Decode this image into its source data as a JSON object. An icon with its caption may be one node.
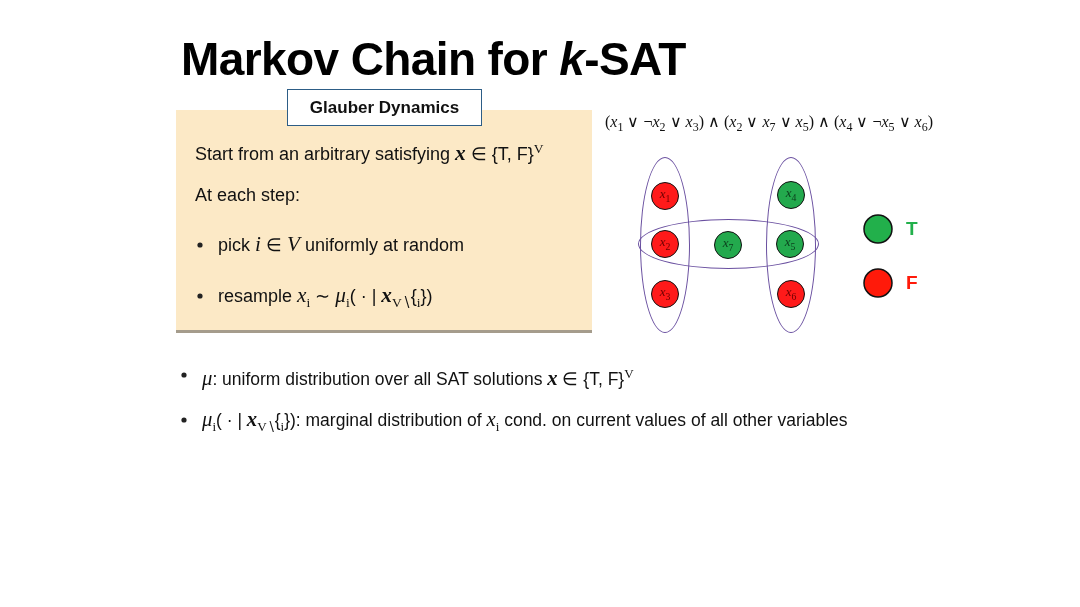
{
  "diagram": {
    "title": "Markov Chain for *k*-SAT",
    "nodes": [
      {
        "text": [
          "Glauber Dynamics",
          "Start from an arbitrary satisfying **x** ∈ {T, F}$^{V}$",
          "At each step:",
          "pick *i* ∈ *V* uniformly at random",
          "resample *x*$_{i}$ ∼ *μ*$_{i}$( · | **x**$_{V∖}${$_{i}$})"
        ]
      },
      {
        "text": [],
        "shape": "ellipse"
      },
      {
        "text": [
          "*x*$_{1}$"
        ],
        "in": 1
      },
      {
        "text": [
          "*x*$_{2}$"
        ]
      },
      {
        "text": [
          "*x*$_{3}$"
        ],
        "in": 1
      },
      {
        "text": [],
        "shape": "ellipse"
      },
      {
        "text": [
          "*x*$_{7}$"
        ],
        "in": 5
      },
      {
        "text": [],
        "shape": "ellipse"
      },
      {
        "text": [
          "*x*$_{4}$"
        ],
        "in": 7
      },
      {
        "text": [
          "*x*$_{5}$"
        ]
      },
      {
        "text": [
          "*x*$_{6}$"
        ],
        "in": 7
      }
    ],
    "labels": [
      "(*x*$_{1}$ ∨ ¬*x*$_{2}$ ∨ *x*$_{3}$) ∧ (*x*$_{2}$ ∨ *x*$_{7}$ ∨ *x*$_{5}$) ∧ (*x*$_{4}$ ∨ ¬*x*$_{5}$ ∨ *x*$_{6}$)",
      "*μ*: uniform distribution over all SAT solutions **x** ∈ {T, F}$^{V}$",
      "*μ*$_{i}$( · | **x**$_{V∖}${$_{i}$}): marginal distribution of *x*$_{i}$ cond. on current values of all other variables"
    ],
    "legend": [
      {
        "text": "T",
        "color": "#22b04b"
      },
      {
        "text": "F",
        "color": "#ff1a0a"
      }
    ]
  }
}
